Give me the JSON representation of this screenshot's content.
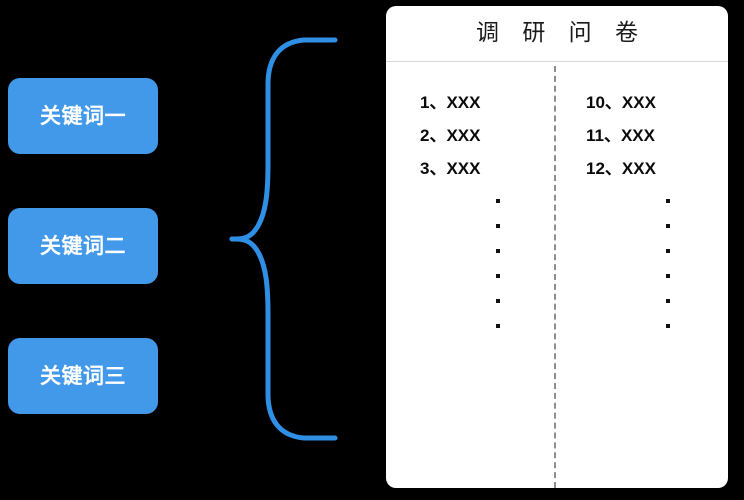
{
  "diagram": {
    "background_color": "#000000",
    "accent_color": "#4399e9"
  },
  "keywords": {
    "items": [
      {
        "label": "关键词一"
      },
      {
        "label": "关键词二"
      },
      {
        "label": "关键词三"
      }
    ]
  },
  "connector": {
    "icon_name": "curly-brace-icon",
    "color": "#2f8fe5"
  },
  "questionnaire": {
    "title": "调 研 问 卷",
    "columns": [
      {
        "name": "left-column",
        "items": [
          {
            "text": "1、XXX"
          },
          {
            "text": "2、XXX"
          },
          {
            "text": "3、XXX"
          }
        ],
        "ellipsis_dots": 6
      },
      {
        "name": "right-column",
        "items": [
          {
            "text": "10、XXX"
          },
          {
            "text": "11、XXX"
          },
          {
            "text": "12、XXX"
          }
        ],
        "ellipsis_dots": 6
      }
    ],
    "divider_style": "dashed",
    "panel_color": "#ffffff"
  }
}
